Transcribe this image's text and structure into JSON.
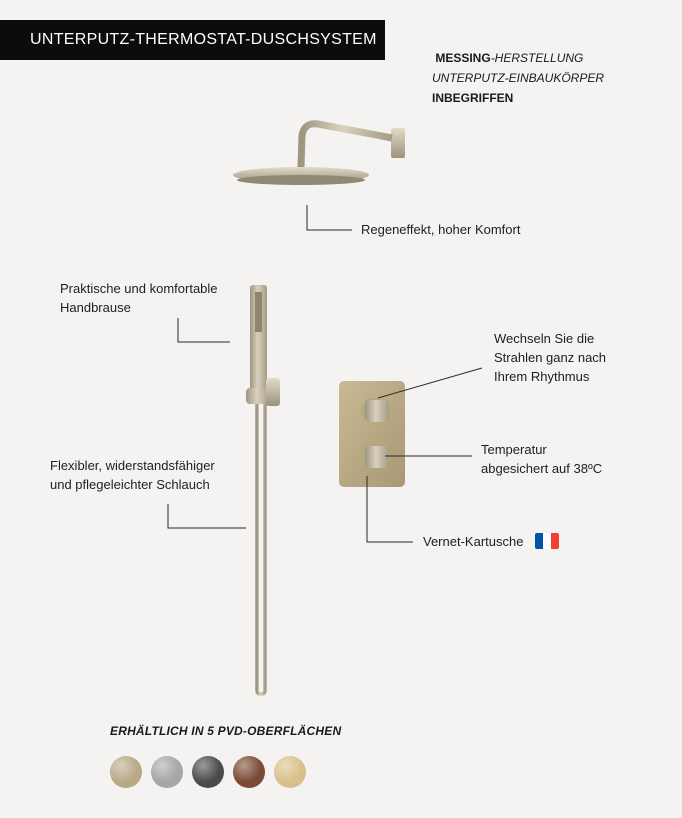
{
  "header": {
    "title": "UNTERPUTZ-THERMOSTAT-DUSCHSYSTEM"
  },
  "features": {
    "line1_bold": "MESSING",
    "line1_rest": "-HERSTELLUNG",
    "line2": "UNTERPUTZ-EINBAUKÖRPER",
    "line3": "INBEGRIFFEN"
  },
  "callouts": {
    "rain": "Regeneffekt, hoher Komfort",
    "hand_1": "Praktische und komfortable",
    "hand_2": "Handbrause",
    "switch_1": "Wechseln Sie die",
    "switch_2": "Strahlen ganz nach",
    "switch_3": "Ihrem Rhythmus",
    "hose_1": "Flexibler, widerstandsfähiger",
    "hose_2": "und pflegeleichter Schlauch",
    "temp_1": "Temperatur",
    "temp_2": "abgesichert auf 38ºC",
    "cartridge": "Vernet-Kartusche"
  },
  "flag_colors": [
    "#0055a4",
    "#ffffff",
    "#ef4135"
  ],
  "finishes": {
    "title": "ERHÄLTLICH IN 5 PVD-OBERFLÄCHEN",
    "swatches": [
      {
        "name": "champagne",
        "color": "#b8a887"
      },
      {
        "name": "steel",
        "color": "#a6a6a6"
      },
      {
        "name": "graphite",
        "color": "#4a4a4a"
      },
      {
        "name": "copper",
        "color": "#7a4a34"
      },
      {
        "name": "gold",
        "color": "#d9c08a"
      }
    ]
  }
}
